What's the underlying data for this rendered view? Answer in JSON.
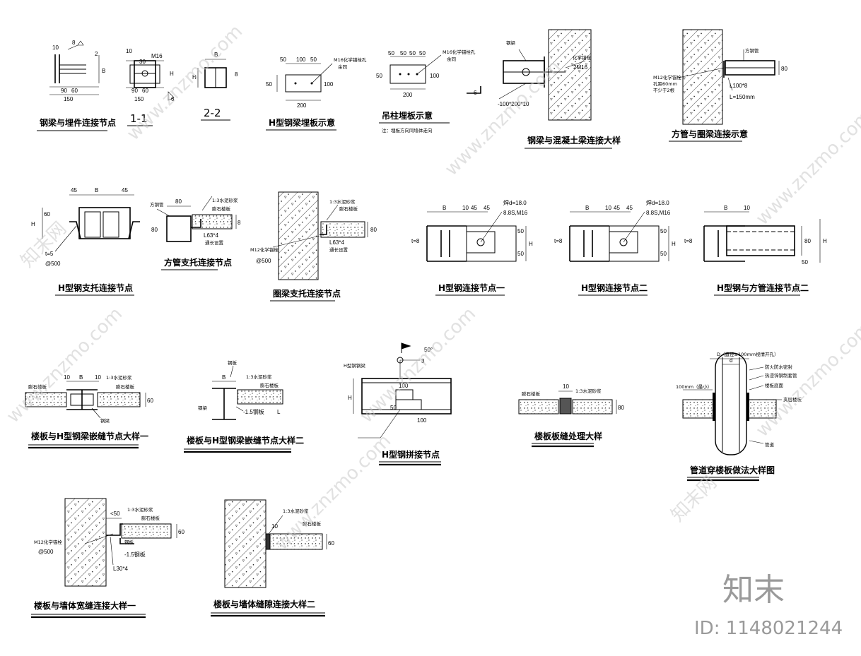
{
  "titles": {
    "t1": "钢梁与埋件连接节点",
    "t2": "1-1",
    "t3": "2-2",
    "t4": "H型钢梁埋板示意",
    "t5": "吊柱埋板示意",
    "t5_note": "注：埋板方向同墙体走向",
    "t6": "钢梁与混凝土梁连接大样",
    "t7": "方管与圈梁连接示意",
    "t8": "H型钢支托连接节点",
    "t9": "方管支托连接节点",
    "t10": "圈梁支托连接节点",
    "t11": "H型钢连接节点一",
    "t12": "H型钢连接节点二",
    "t13": "H型钢与方管连接节点二",
    "t14": "楼板与H型钢梁嵌缝节点大样一",
    "t15": "楼板与H型钢梁嵌缝节点大样二",
    "t16": "H型钢拼接节点",
    "t17": "楼板板缝处理大样",
    "t18": "管道穿楼板做法大样图",
    "t19": "楼板与墙体宽缝连接大样一",
    "t20": "楼板与墙体缝隙连接大样二"
  },
  "labels": {
    "d1_10": "10",
    "d1_8": "8",
    "d1_2": "2",
    "d1_90": "90",
    "d1_60": "60",
    "d1_150": "150",
    "d1_B": "B",
    "d2_10": "10",
    "d2_30": "30",
    "d2_M16": "M16",
    "d2_H": "H",
    "d2_90": "90",
    "d2_60": "60",
    "d2_150": "150",
    "d2_6": "6",
    "d3_B": "B",
    "d3_H": "H",
    "d3_8": "8",
    "d4_50a": "50",
    "d4_100": "100",
    "d4_50b": "50",
    "d4_M16": "M16化学锚栓孔",
    "d4_sy": "余同",
    "d4_50v": "50",
    "d4_100v": "100",
    "d4_200": "200",
    "d5_50a": "50",
    "d5_50b": "50",
    "d5_50c": "50",
    "d5_50d": "50",
    "d5_M16": "M16化学锚栓孔",
    "d5_sy": "余同",
    "d5_50v": "50",
    "d5_100v": "100",
    "d5_200": "200",
    "d6_gl": "钢梁",
    "d6_hx": "化学锚栓",
    "d6_2M16": "2M16",
    "d6_6": "6",
    "d6_plate": "-100*200*10",
    "d7_fg": "方钢管",
    "d7_m12": "M12化学锚栓",
    "d7_k": "孔距60mm",
    "d7_b": "不少于2根",
    "d7_80": "80",
    "d7_L": "L100*8",
    "d7_L2": "L=150mm",
    "d8_45a": "45",
    "d8_B": "B",
    "d8_45b": "45",
    "d8_60": "60",
    "d8_H": "H",
    "d8_t": "t=5",
    "d8_at": "@500",
    "d9_fg": "方钢管",
    "d9_80": "80",
    "d9_sn": "1:3水泥砂浆",
    "d9_pz": "膨石楼板",
    "d9_80v": "80",
    "d9_L": "L63*4",
    "d9_tc": "通长设置",
    "d9_8": "8",
    "d10_sn": "1:3水泥砂浆",
    "d10_pz": "膨石楼板",
    "d10_80": "80",
    "d10_m12": "M12化学锚栓",
    "d10_at": "@500",
    "d10_L": "L63*4",
    "d10_tc": "通长设置",
    "d11_B": "B",
    "d11_10": "10",
    "d11_45a": "45",
    "d11_45b": "45",
    "d11_hd": "焊d=18.0",
    "d11_bolt": "8.8S,M16",
    "d11_t": "t=8",
    "d11_50a": "50",
    "d11_50b": "50",
    "d11_H": "H",
    "d12_B": "B",
    "d12_10": "10",
    "d12_45a": "45",
    "d12_45b": "45",
    "d12_hd": "焊d=18.0",
    "d12_bolt": "8.8S,M16",
    "d12_t": "t=8",
    "d12_50a": "50",
    "d12_50b": "50",
    "d12_H": "H",
    "d13_B": "B",
    "d13_10": "10",
    "d13_t": "t=8",
    "d13_80": "80",
    "d13_H": "H",
    "d13_50": "50",
    "d14_pz": "膨石楼板",
    "d14_10a": "10",
    "d14_B": "B",
    "d14_10b": "10",
    "d14_sn": "1:3水泥砂浆",
    "d14_pz2": "膨石楼板",
    "d14_60": "60",
    "d14_gl": "钢梁",
    "d15_gb": "钢板",
    "d15_B": "B",
    "d15_sn": "1:3水泥砂浆",
    "d15_pz": "膨石楼板",
    "d15_gl": "钢梁",
    "d15_15": "-1.5钢板",
    "d15_L": "L",
    "d16_gl": "H型钢钢梁",
    "d16_3": "3",
    "d16_50deg": "50°",
    "d16_100a": "100",
    "d16_50": "50",
    "d16_100b": "100",
    "d16_H": "H",
    "d17_pz": "膨石楼板",
    "d17_10": "10",
    "d17_sn": "1:3水泥砂浆",
    "d17_80": "80",
    "d18_D": "D（直径≤100mm视情开孔）",
    "d18_d": "d",
    "d18_100": "100mm（最小）",
    "d18_fs": "防火防水密封",
    "d18_rf": "热浸锌钢制套管",
    "d18_lb": "楼板底面",
    "d18_pz": "夹层楼板",
    "d18_gd": "管道",
    "d19_lt50": "<50",
    "d19_sn": "1:3水泥砂浆",
    "d19_pz": "膨石楼板",
    "d19_m12": "M12化学锚栓",
    "d19_at": "@500",
    "d19_gb": "钢板",
    "d19_15": "-1.5钢板",
    "d19_L": "L30*4",
    "d19_60": "60",
    "d20_sn": "1:3水泥砂浆",
    "d20_pz": "膨石楼板",
    "d20_10": "10",
    "d20_60": "60"
  },
  "watermark": {
    "text": "www.znzmo.com",
    "text2": "知末网",
    "brand": "知末",
    "id": "ID: 1148021244"
  }
}
